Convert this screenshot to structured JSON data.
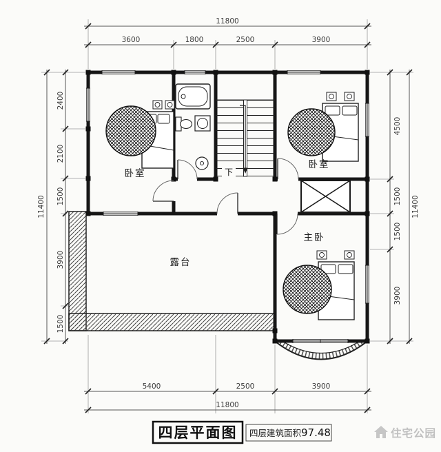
{
  "colors": {
    "ink": "#161616",
    "dim_text": "#3c3c3c",
    "watermark": "#c0c0c0"
  },
  "drawing": {
    "rooms": {
      "bedroom_left": "卧室",
      "bedroom_right": "卧室",
      "master": "主卧",
      "terrace": "露台",
      "down": "下"
    },
    "dims": {
      "top_total": "11800",
      "top_segs": [
        "3600",
        "1800",
        "2500",
        "3900"
      ],
      "bottom_total": "11800",
      "bottom_segs": [
        "5400",
        "2500",
        "3900"
      ],
      "left_total": "11400",
      "left_segs": [
        "2400",
        "2100",
        "1500",
        "3900",
        "1500"
      ],
      "right_total": "11400",
      "right_segs": [
        "4500",
        "1500",
        "1500",
        "3900"
      ]
    }
  },
  "footer": {
    "plan_title": "四层平面图",
    "area_label": "四层建筑面积",
    "area_value": "97.48",
    "watermark": "住宅公园"
  }
}
